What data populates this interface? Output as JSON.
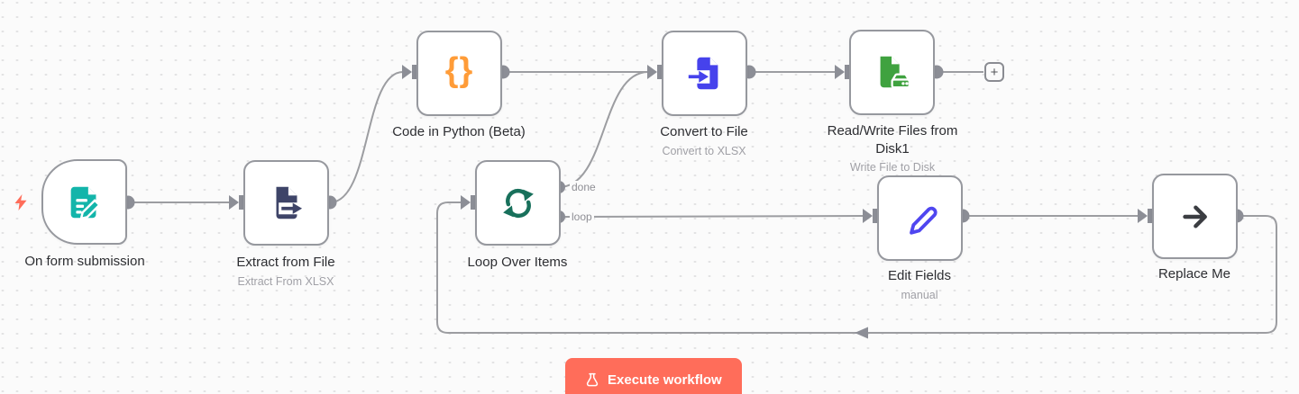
{
  "app": "workflow-canvas",
  "nodes": {
    "form": {
      "label": "On form submission",
      "icon": "form-pencil",
      "icon_color": "#13b5aa",
      "type": "trigger"
    },
    "extract": {
      "label": "Extract from File",
      "subtitle": "Extract From XLSX",
      "icon": "file-extract-arrow",
      "icon_color": "#3e4468"
    },
    "python": {
      "label": "Code in Python (Beta)",
      "icon": "curly-braces",
      "icon_color": "#ff9c38",
      "glyph": "{}"
    },
    "convert": {
      "label": "Convert to File",
      "subtitle": "Convert to XLSX",
      "icon": "file-import-arrow",
      "icon_color": "#4642ec"
    },
    "readwrite": {
      "label": "Read/Write Files from Disk1",
      "subtitle": "Write File to Disk",
      "icon": "file-disk",
      "icon_color": "#3fa23f"
    },
    "loop": {
      "label": "Loop Over Items",
      "icon": "loop-refresh",
      "icon_color": "#18705b",
      "output_labels": {
        "done": "done",
        "loop": "loop"
      }
    },
    "edit": {
      "label": "Edit Fields",
      "subtitle": "manual",
      "icon": "pen-outline",
      "icon_color": "#4f46f0"
    },
    "replace": {
      "label": "Replace Me",
      "icon": "arrow-right",
      "icon_color": "#3b3d42"
    }
  },
  "connections": [
    {
      "from": "On form submission",
      "to": "Extract from File"
    },
    {
      "from": "Extract from File",
      "to": "Code in Python (Beta)"
    },
    {
      "from": "Code in Python (Beta)",
      "to": "Convert to File"
    },
    {
      "from": "Convert to File",
      "to": "Read/Write Files from Disk1"
    },
    {
      "from": "Read/Write Files from Disk1",
      "to": "add-node-button"
    },
    {
      "from": "Loop Over Items",
      "output": "done",
      "to": "Convert to File"
    },
    {
      "from": "Loop Over Items",
      "output": "loop",
      "to": "Edit Fields"
    },
    {
      "from": "Edit Fields",
      "to": "Replace Me"
    },
    {
      "from": "Replace Me",
      "to": "Loop Over Items"
    }
  ],
  "controls": {
    "execute_label": "Execute workflow",
    "add_node_label": "+"
  },
  "colors": {
    "accent": "#ff6d5a",
    "canvas_bg": "#fbfbfb",
    "node_border": "#96989e",
    "wire": "#9c9da1",
    "title_text": "#2d2e32",
    "subtitle_text": "#a0a0a6"
  }
}
